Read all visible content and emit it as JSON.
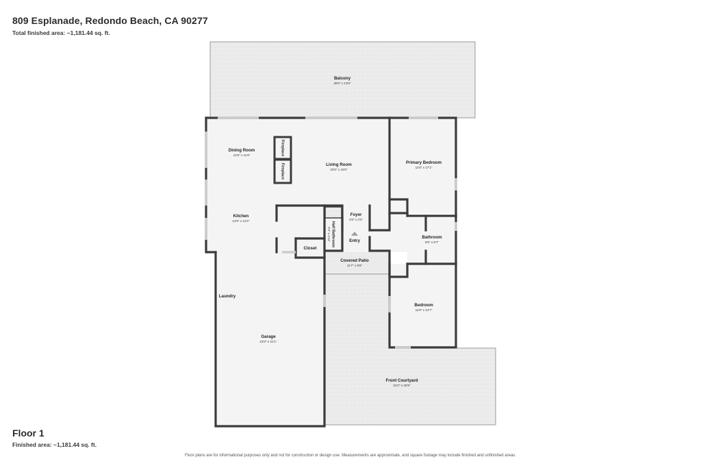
{
  "header": {
    "address": "809 Esplanade, Redondo Beach, CA 90277",
    "total_area": "Total finished area: ~1,181.44 sq. ft."
  },
  "floor": {
    "title": "Floor 1",
    "area": "Finished area: ~1,181.44 sq. ft."
  },
  "disclaimer": "Floor plans are for informational purposes only and not for construction or design use. Measurements are approximate, and square footage may include finished and unfinished areas.",
  "rooms": {
    "balcony": {
      "name": "Balcony",
      "dims": "48'0\" x 13'6\""
    },
    "dining": {
      "name": "Dining Room",
      "dims": "12'6\" x 11'6\""
    },
    "living": {
      "name": "Living Room",
      "dims": "20'0\" x 15'5\""
    },
    "primary": {
      "name": "Primary Bedroom",
      "dims": "11'8\" x 17'1\""
    },
    "kitchen": {
      "name": "Kitchen",
      "dims": "12'6\" x 12'2\""
    },
    "foyer": {
      "name": "Foyer",
      "dims": "4'8\" x 4'2\""
    },
    "half_bath": {
      "name": "Half Bathroom",
      "dims": "2'9\" x 4'11\""
    },
    "closet": {
      "name": "Closet"
    },
    "entry": {
      "name": "Entry"
    },
    "bathroom": {
      "name": "Bathroom",
      "dims": "8'6\" x 8'7\""
    },
    "patio": {
      "name": "Covered Patio",
      "dims": "11'7\" x 8'5\""
    },
    "laundry": {
      "name": "Laundry"
    },
    "garage": {
      "name": "Garage",
      "dims": "19'3\" x 31'1\""
    },
    "bedroom": {
      "name": "Bedroom",
      "dims": "11'8\" x 14'7\""
    },
    "courtyard": {
      "name": "Front Courtyard",
      "dims": "31'0\" x 26'9\""
    }
  },
  "fixtures": {
    "fireplace_a": "Fireplace",
    "fireplace_b": "Fireplace"
  },
  "colors": {
    "wall": "#3b3b3b",
    "floor": "#f4f4f4",
    "outdoor": "#ececec",
    "window": "#c9ccd0"
  }
}
